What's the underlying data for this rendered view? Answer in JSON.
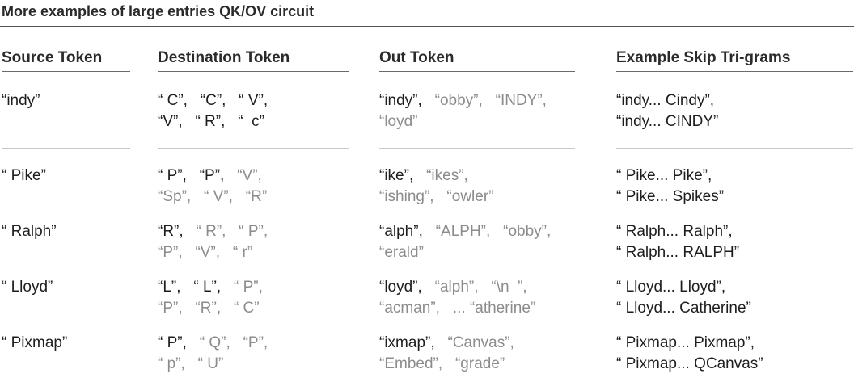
{
  "title": "More examples of large entries QK/OV circuit",
  "headers": {
    "source": "Source Token",
    "destination": "Destination Token",
    "out": "Out Token",
    "example": "Example Skip Tri-grams"
  },
  "rows": [
    {
      "source": "“indy”",
      "destination": [
        [
          {
            "text": "“ C”,",
            "gray": false
          },
          {
            "text": "“C”,",
            "gray": false
          },
          {
            "text": "“ V”,",
            "gray": false
          }
        ],
        [
          {
            "text": "“V”,",
            "gray": false
          },
          {
            "text": "“ R”,",
            "gray": false
          },
          {
            "text": "“  c”",
            "gray": false
          }
        ]
      ],
      "out": [
        [
          {
            "text": "“indy”,",
            "gray": false
          },
          {
            "text": "“obby”,",
            "gray": true
          },
          {
            "text": "“INDY”,",
            "gray": true
          }
        ],
        [
          {
            "text": "“loyd”",
            "gray": true
          }
        ]
      ],
      "example": [
        "“indy... Cindy”,",
        "“indy... CINDY”"
      ]
    },
    {
      "source": "“ Pike”",
      "destination": [
        [
          {
            "text": "“ P”,",
            "gray": false
          },
          {
            "text": "“P”,",
            "gray": false
          },
          {
            "text": "“V”,",
            "gray": true
          }
        ],
        [
          {
            "text": "“Sp”,",
            "gray": true
          },
          {
            "text": "“ V”,",
            "gray": true
          },
          {
            "text": "“R”",
            "gray": true
          }
        ]
      ],
      "out": [
        [
          {
            "text": "“ike”,",
            "gray": false
          },
          {
            "text": "“ikes”,",
            "gray": true
          }
        ],
        [
          {
            "text": "“ishing”,",
            "gray": true
          },
          {
            "text": "“owler”",
            "gray": true
          }
        ]
      ],
      "example": [
        "“ Pike... Pike”,",
        "“ Pike... Spikes”"
      ]
    },
    {
      "source": "“ Ralph”",
      "destination": [
        [
          {
            "text": "“R”,",
            "gray": false
          },
          {
            "text": "“ R”,",
            "gray": true
          },
          {
            "text": "“ P”,",
            "gray": true
          }
        ],
        [
          {
            "text": "“P”,",
            "gray": true
          },
          {
            "text": "“V”,",
            "gray": true
          },
          {
            "text": "“ r”",
            "gray": true
          }
        ]
      ],
      "out": [
        [
          {
            "text": "“alph”,",
            "gray": false
          },
          {
            "text": "“ALPH”,",
            "gray": true
          },
          {
            "text": "“obby”,",
            "gray": true
          }
        ],
        [
          {
            "text": "“erald”",
            "gray": true
          }
        ]
      ],
      "example": [
        "“ Ralph... Ralph”,",
        "“ Ralph... RALPH”"
      ]
    },
    {
      "source": "“ Lloyd”",
      "destination": [
        [
          {
            "text": "“L”,",
            "gray": false
          },
          {
            "text": "“ L”,",
            "gray": false
          },
          {
            "text": "“ P”,",
            "gray": true
          }
        ],
        [
          {
            "text": "“P”,",
            "gray": true
          },
          {
            "text": "“R”,",
            "gray": true
          },
          {
            "text": "“ C”",
            "gray": true
          }
        ]
      ],
      "out": [
        [
          {
            "text": "“loyd”,",
            "gray": false
          },
          {
            "text": "“alph”,",
            "gray": true
          },
          {
            "text": "“\\n  ”,",
            "gray": true
          }
        ],
        [
          {
            "text": "“acman”,",
            "gray": true
          },
          {
            "text": "... “atherine”",
            "gray": true
          }
        ]
      ],
      "example": [
        "“ Lloyd... Lloyd”,",
        "“ Lloyd... Catherine”"
      ]
    },
    {
      "source": "“ Pixmap”",
      "destination": [
        [
          {
            "text": "“ P”,",
            "gray": false
          },
          {
            "text": "“ Q”,",
            "gray": true
          },
          {
            "text": "“P”,",
            "gray": true
          }
        ],
        [
          {
            "text": "“ p”,",
            "gray": true
          },
          {
            "text": "“ U”",
            "gray": true
          }
        ]
      ],
      "out": [
        [
          {
            "text": "“ixmap”,",
            "gray": false
          },
          {
            "text": "“Canvas”,",
            "gray": true
          }
        ],
        [
          {
            "text": "“Embed”,",
            "gray": true
          },
          {
            "text": "“grade”",
            "gray": true
          }
        ]
      ],
      "example": [
        "“ Pixmap... Pixmap”,",
        "“ Pixmap... QCanvas”"
      ]
    }
  ]
}
